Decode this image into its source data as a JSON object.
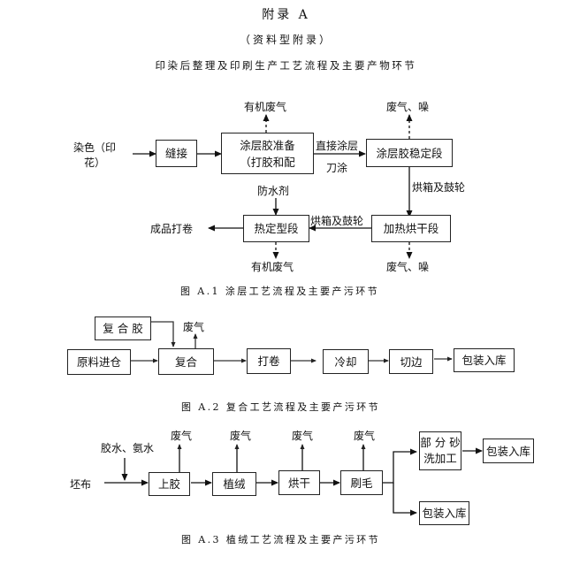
{
  "header": {
    "appendix_title": "附录 A",
    "appendix_type": "（资料型附录）",
    "main_title": "印染后整理及印刷生产工艺流程及主要产物环节"
  },
  "figure_a1": {
    "caption": "图 A.1 涂层工艺流程及主要产污环节",
    "input_label": "染色（印花）",
    "input_line1": "染色（印",
    "input_line2": "花）",
    "boxes": {
      "sewing": "缝接",
      "coating_prep_line1": "涂层胶准备",
      "coating_prep_line2": "（打胶和配",
      "coating_stabilize": "涂层胶稳定段",
      "heat_dry": "加热烘干段",
      "heat_set": "热定型段"
    },
    "labels": {
      "organic_gas_top": "有机废气",
      "gas_noise_top": "废气、噪",
      "direct_coating": "直接涂层",
      "knife_coating": "刀涂",
      "oven_drum_1": "烘箱及鼓轮",
      "oven_drum_2": "烘箱及鼓轮",
      "waterproof_agent": "防水剂",
      "finished_rolling": "成品打卷",
      "organic_gas_bottom": "有机废气",
      "gas_noise_bottom": "废气、噪"
    }
  },
  "figure_a2": {
    "caption": "图 A.2 复合工艺流程及主要产污环节",
    "boxes": {
      "composite_glue": "复 合 胶",
      "raw_material": "原料进仓",
      "laminate": "复合",
      "rolling": "打卷",
      "cooling": "冷却",
      "edge_cut": "切边",
      "packing": "包装入库"
    },
    "labels": {
      "waste_gas": "废气"
    }
  },
  "figure_a3": {
    "caption": "图 A.3 植绒工艺流程及主要产污环节",
    "input_label": "坯布",
    "additive_label": "胶水、氨水",
    "boxes": {
      "glue_apply": "上胶",
      "flocking": "植绒",
      "drying": "烘干",
      "brushing": "刷毛",
      "sand_wash_line1": "部 分 砂",
      "sand_wash_line2": "洗加工",
      "packing_1": "包装入库",
      "packing_2": "包装入库"
    },
    "labels": {
      "waste_gas_1": "废气",
      "waste_gas_2": "废气",
      "waste_gas_3": "废气",
      "waste_gas_4": "废气"
    }
  }
}
